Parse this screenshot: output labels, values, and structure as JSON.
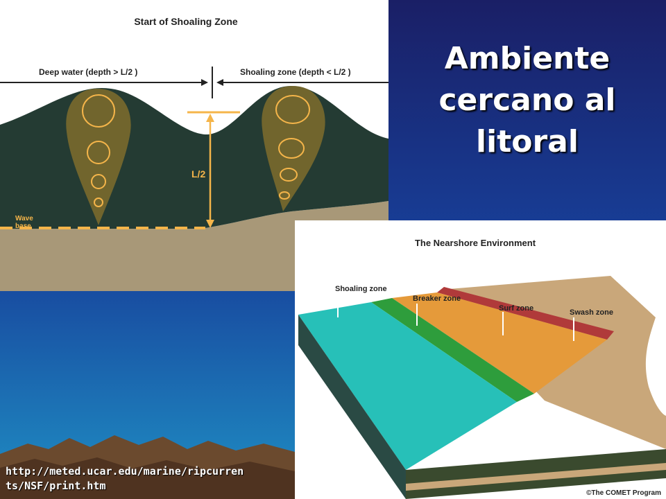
{
  "slide_title": [
    "Ambiente",
    "cercano al",
    "litoral"
  ],
  "source_url": [
    "http://meted.ucar.edu/marine/ripcurren",
    "ts/NSF/print.htm"
  ],
  "shoaling_figure": {
    "title": "Start of Shoaling Zone",
    "deep_water_label": "Deep water (depth > L/2 )",
    "shoaling_zone_label": "Shoaling zone (depth < L/2 )",
    "half_wavelength_label": "L/2",
    "wave_base_label": [
      "Wave",
      "base"
    ]
  },
  "nearshore_figure": {
    "title": "The Nearshore Environment",
    "labels": {
      "shoaling": "Shoaling zone",
      "breaker": "Breaker zone",
      "surf": "Surf zone",
      "swash": "Swash zone"
    },
    "credit": "©The COMET Program"
  },
  "colors": {
    "background": "#1b2a7a",
    "water_dark": "#243b33",
    "sand": "#a89878",
    "orbit_accent": "#f5b54a",
    "shallow_water": "#27c0b8",
    "breaker_green": "#2e9d3c",
    "surf_orange": "#e59a3a",
    "swash_red": "#b03a3a"
  }
}
